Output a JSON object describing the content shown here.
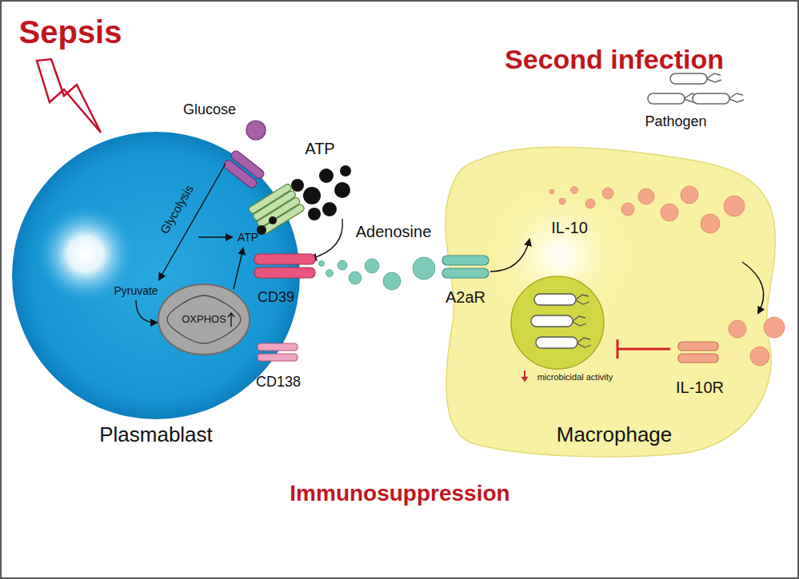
{
  "diagram": {
    "nodes": [
      {
        "text": [
          "Plasmablast"
        ]
      },
      {
        "text": [
          "OXPHOS"
        ],
        "in": 0
      },
      {
        "text": [
          "Macrophage"
        ]
      }
    ],
    "labels": [
      "Sepsis",
      "Second infection",
      "Pathogen",
      "Glucose",
      "ATP",
      "Glycolysis",
      "ATP",
      "Pyruvate",
      "Adenosine",
      "CD39",
      "CD138",
      "A2aR",
      "IL-10",
      "IL-10R",
      "microbicidal activity",
      "Immunosuppression"
    ]
  }
}
